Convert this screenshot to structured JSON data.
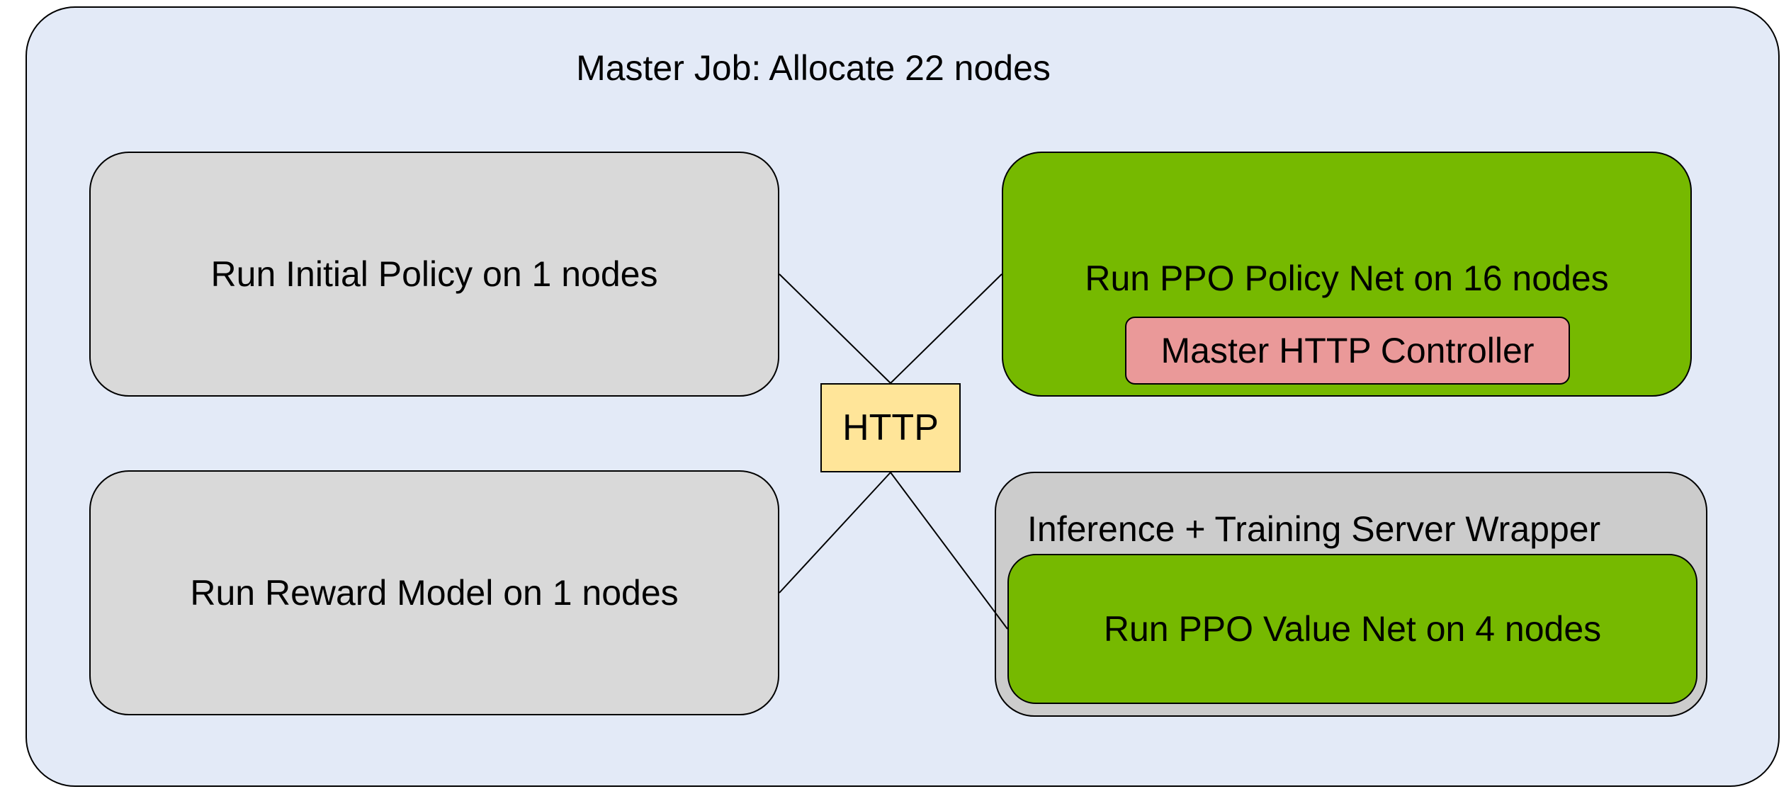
{
  "master": {
    "title": "Master Job: Allocate 22 nodes"
  },
  "nodes": {
    "initial_policy": "Run Initial Policy on 1 nodes",
    "reward_model": "Run Reward Model on 1 nodes",
    "ppo_policy": "Run PPO Policy Net on 16 nodes",
    "http_controller": "Master HTTP Controller",
    "server_wrapper": "Inference + Training Server Wrapper",
    "ppo_value": "Run PPO Value Net on 4 nodes",
    "http": "HTTP"
  },
  "colors": {
    "master_bg": "#e3eaf7",
    "gray_box": "#d9d9d9",
    "wrapper_gray": "#cccccc",
    "green": "#76b900",
    "controller_pink": "#ea9999",
    "http_yellow": "#ffe599",
    "line": "#000000"
  }
}
